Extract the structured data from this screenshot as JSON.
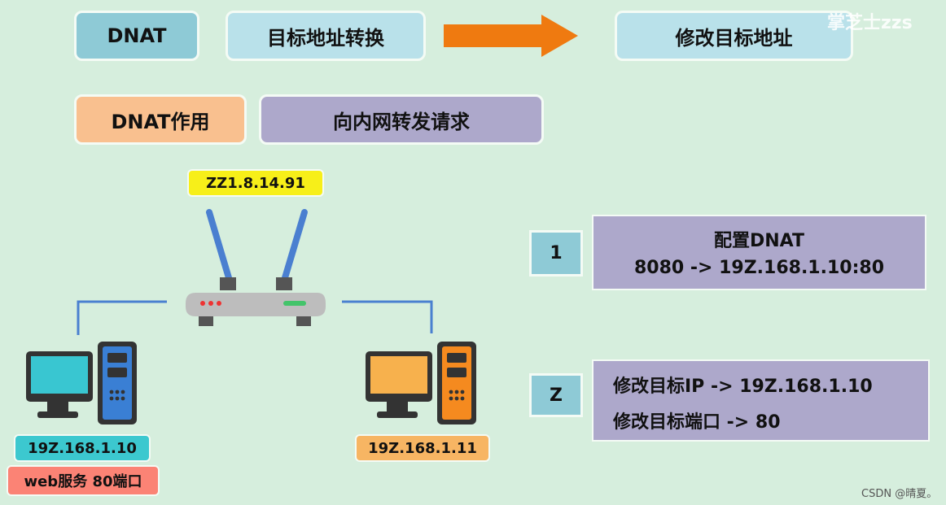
{
  "header": {
    "term": "DNAT",
    "definition": "目标地址转换",
    "result": "修改目标地址"
  },
  "purpose": {
    "label": "DNAT作用",
    "description": "向内网转发请求"
  },
  "router": {
    "public_ip": "ZZ1.8.14.91"
  },
  "hosts": [
    {
      "ip": "19Z.168.1.10",
      "service": "web服务 80端口"
    },
    {
      "ip": "19Z.168.1.11"
    }
  ],
  "steps": [
    {
      "number": "1",
      "lines": [
        "配置DNAT",
        "8080 -> 19Z.168.1.10:80"
      ]
    },
    {
      "number": "Z",
      "lines": [
        "修改目标IP -> 19Z.168.1.10",
        "修改目标端口 -> 80"
      ]
    }
  ],
  "watermark": "掌芝士zzs",
  "credit": "CSDN @晴夏。",
  "colors": {
    "background": "#d6eedd",
    "term_box": "#8ecad6",
    "definition_box": "#b9e1ea",
    "arrow": "#ef7a10",
    "purpose_label": "#f9c08f",
    "purpose_box": "#ada8cb",
    "ip_highlight": "#f7ef19",
    "host1_ip": "#3cc8cf",
    "host1_service": "#fb8375",
    "host2_ip": "#f7b563",
    "step_box": "#8ecad6",
    "info_box": "#ada8cb"
  },
  "icons": [
    "router-icon",
    "computer-teal-icon",
    "computer-orange-icon"
  ]
}
